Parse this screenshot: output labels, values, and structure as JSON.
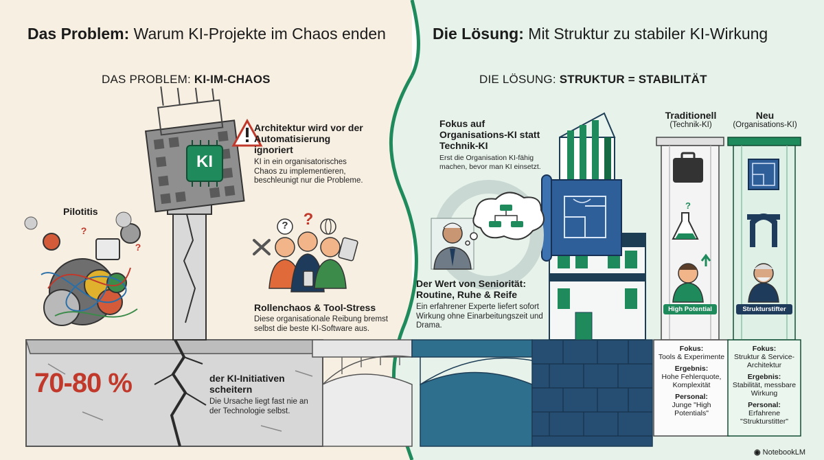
{
  "header": {
    "left_bold": "Das Problem:",
    "left_rest": " Warum KI-Projekte im Chaos enden",
    "right_bold": "Die Lösung:",
    "right_rest": " Mit Struktur zu stabiler KI-Wirkung"
  },
  "problem": {
    "section_prefix": "DAS PROBLEM: ",
    "section_bold": "KI-IM-CHAOS",
    "architecture": {
      "title": "Architektur wird vor der Automatisierung ignoriert",
      "text": "KI in ein organisatorisches Chaos zu implementieren, beschleunigt nur die Probleme."
    },
    "pilotitis": "Pilotitis",
    "tower_badge": "KI",
    "role_chaos": {
      "title": "Rollenchaos & Tool-Stress",
      "text": "Diese organisationale Reibung bremst selbst die beste KI-Software aus."
    },
    "stat": {
      "value": "70-80 %",
      "title": "der KI-Initiativen scheitern",
      "text": "Die Ursache liegt fast nie an der Technologie selbst."
    }
  },
  "solution": {
    "section_prefix": "DIE LÖSUNG: ",
    "section_bold": "STRUKTUR = STABILITÄT",
    "focus": {
      "title": "Fokus auf Organisations-KI statt Technik-KI",
      "text": "Erst die Organisation KI-fähig machen, bevor man KI einsetzt."
    },
    "seniority": {
      "title": "Der Wert von Seniorität: Routine, Ruhe & Reife",
      "text": "Ein erfahrener Experte liefert sofort Wirkung ohne Einarbeitungszeit und Drama."
    },
    "traditional": {
      "title": "Traditionell",
      "subtitle": "(Technik-KI)",
      "person_label": "High Potential",
      "focus_label": "Fokus:",
      "focus_value": "Tools & Experimente",
      "result_label": "Ergebnis:",
      "result_value": "Hohe Fehlerquote, Komplexität",
      "staff_label": "Personal:",
      "staff_value": "Junge \"High Potentials\""
    },
    "new": {
      "title": "Neu",
      "subtitle": "(Organisations-KI)",
      "person_label": "Strukturstifter",
      "focus_label": "Fokus:",
      "focus_value": "Struktur & Service-Architektur",
      "result_label": "Ergebnis:",
      "result_value": "Stabilität, messbare Wirkung",
      "staff_label": "Personal:",
      "staff_value": "Erfahrene \"Strukturstitter\""
    }
  },
  "branding": {
    "logo_text": "NotebookLM"
  },
  "colors": {
    "problem_bg": "#f7efe2",
    "solution_bg": "#e6f2ea",
    "accent_red": "#c0392b",
    "accent_green": "#1f8a5b",
    "navy": "#1f3b5c"
  }
}
